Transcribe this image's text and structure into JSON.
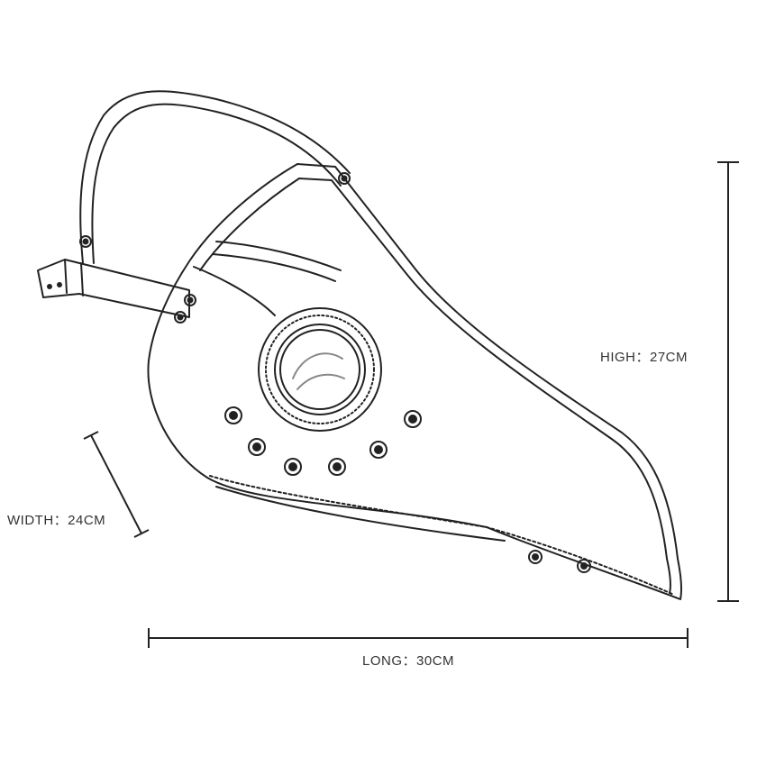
{
  "dimensions": {
    "high": "HIGH：27CM",
    "width": "WIDTH：24CM",
    "long": "LONG：30CM"
  },
  "colors": {
    "line": "#222222",
    "background": "#ffffff",
    "text": "#333333"
  }
}
